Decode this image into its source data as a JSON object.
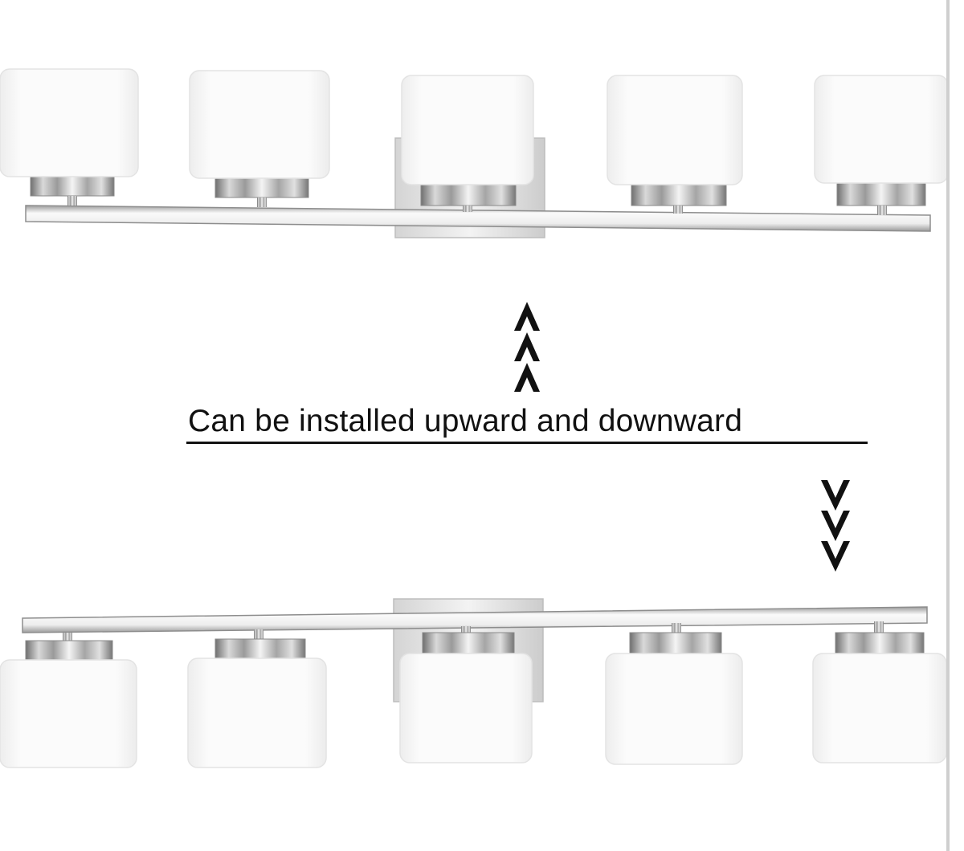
{
  "caption": "Can be installed upward and downward",
  "colors": {
    "background": "#ffffff",
    "glass_shade": "#f7f7f7",
    "shade_edge": "#e4e4e4",
    "chrome_light": "#f2f2f2",
    "chrome_mid": "#c4c4c4",
    "chrome_dark": "#7a7a7a",
    "arrow": "#111111",
    "frame_edge": "#cfcfcf"
  },
  "fixtures": [
    {
      "orientation": "upward",
      "light_count": 5,
      "backplate": "center"
    },
    {
      "orientation": "downward",
      "light_count": 5,
      "backplate": "center"
    }
  ],
  "arrows": [
    {
      "direction": "up",
      "count": 3,
      "icon": "chevron-up-icon"
    },
    {
      "direction": "down",
      "count": 3,
      "icon": "chevron-down-icon"
    }
  ]
}
